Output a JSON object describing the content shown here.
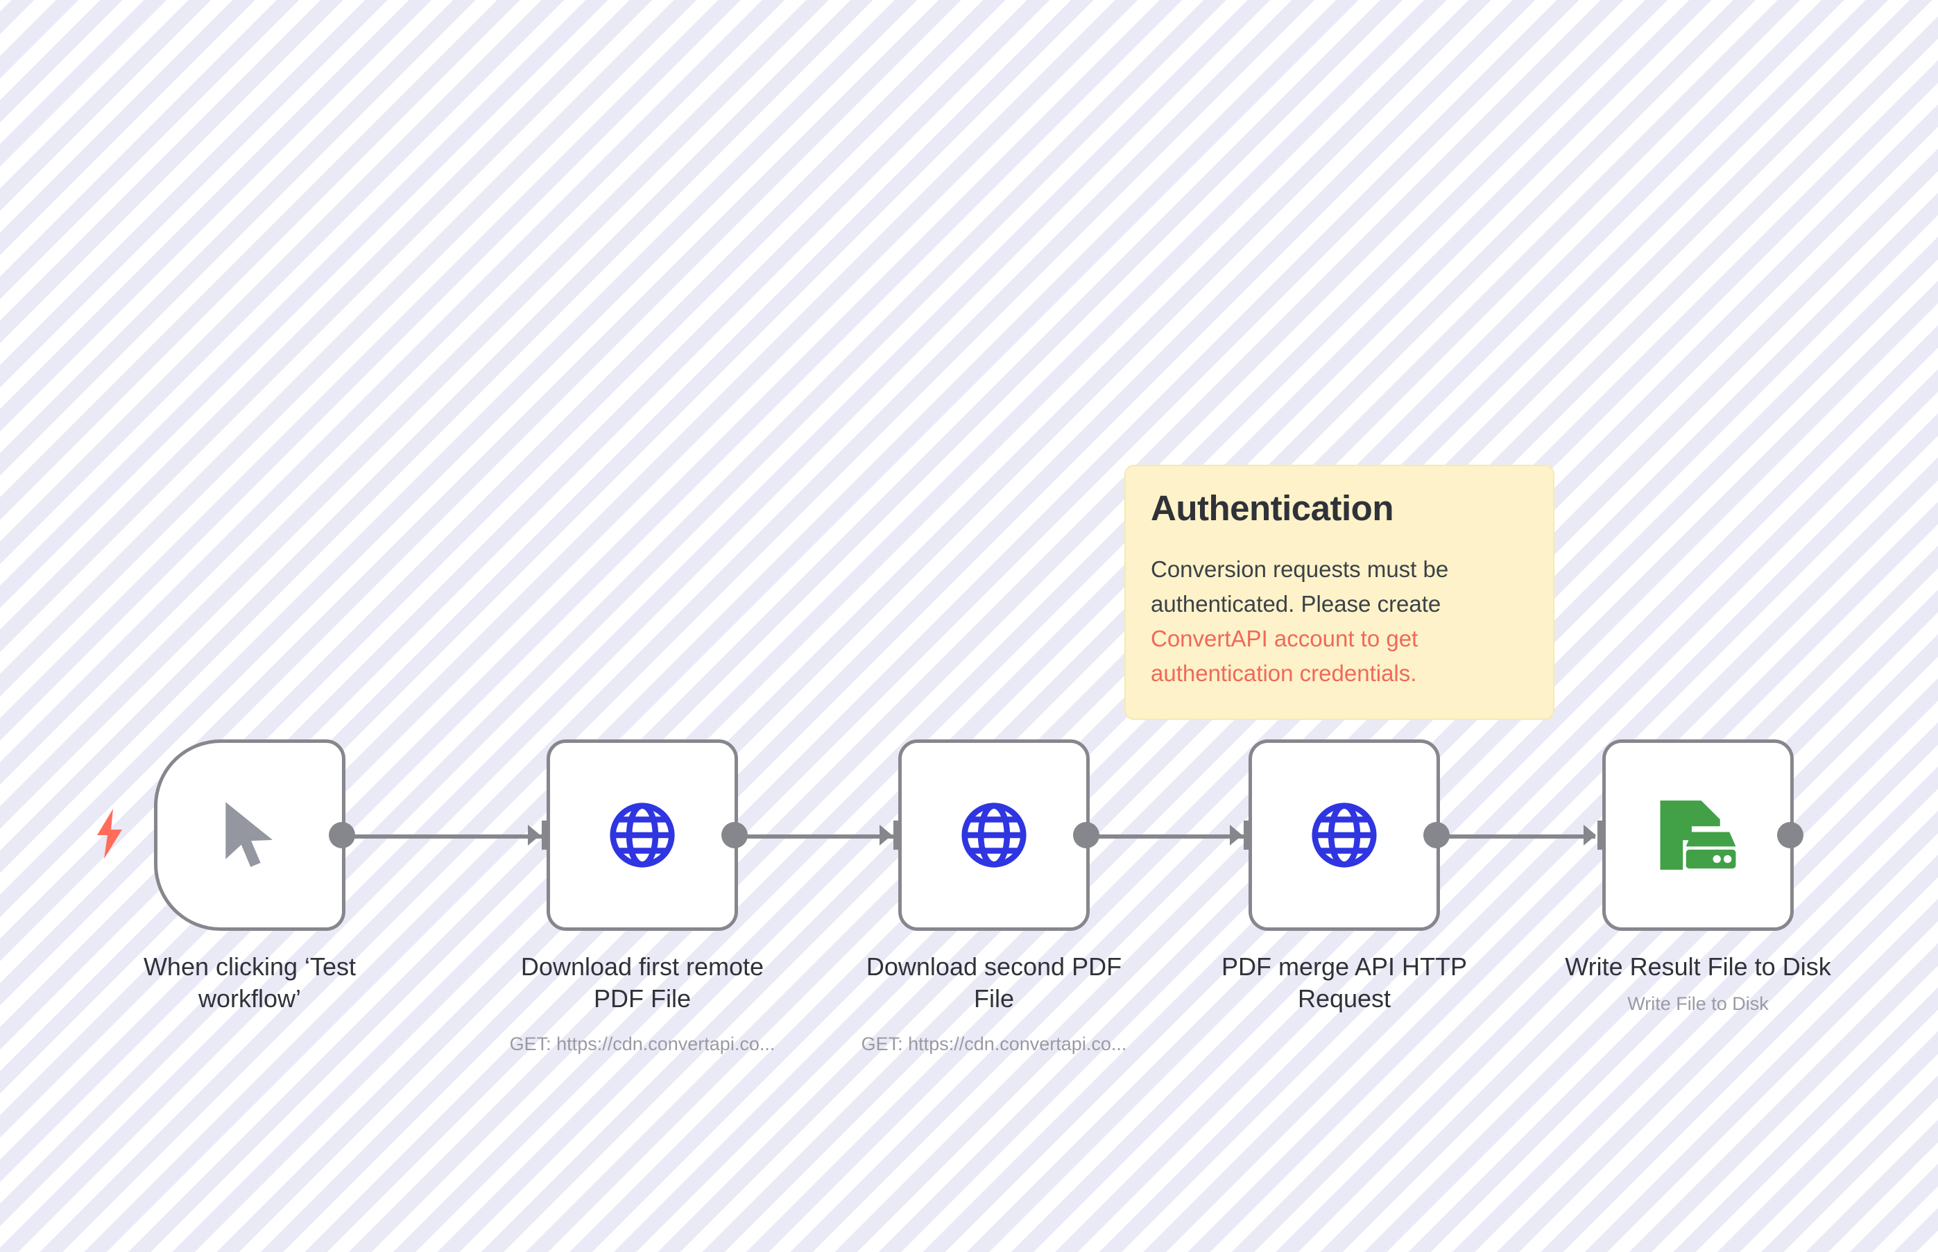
{
  "canvas": {
    "background_color": "#fbfbfe",
    "stripe_color": "#e9eaf6"
  },
  "sticky_note": {
    "title": "Authentication",
    "body_plain": "Conversion requests must be authenticated. Please create",
    "body_link": "ConvertAPI account to get",
    "body_clipped": "authentication credentials.",
    "background_color": "#fdf2c9",
    "link_color": "#f0695a"
  },
  "nodes": [
    {
      "id": "trigger",
      "label": "When clicking ‘Test workflow’",
      "subtitle": "",
      "icon": "cursor-icon",
      "icon_color": "#9496a0",
      "type": "trigger",
      "has_bolt": true,
      "bolt_color": "#ff6d5a"
    },
    {
      "id": "download-first",
      "label": "Download first remote PDF File",
      "subtitle": "GET: https://cdn.convertapi.co...",
      "icon": "globe-icon",
      "icon_color": "#2f35e0",
      "type": "http"
    },
    {
      "id": "download-second",
      "label": "Download second PDF File",
      "subtitle": "GET: https://cdn.convertapi.co...",
      "icon": "globe-icon",
      "icon_color": "#2f35e0",
      "type": "http"
    },
    {
      "id": "pdf-merge",
      "label": "PDF merge API HTTP Request",
      "subtitle": "",
      "icon": "globe-icon",
      "icon_color": "#2f35e0",
      "type": "http"
    },
    {
      "id": "write-file",
      "label": "Write Result File to Disk",
      "subtitle": "Write File to Disk",
      "icon": "file-to-disk-icon",
      "icon_color": "#42a047",
      "type": "action"
    }
  ],
  "connections": [
    {
      "from": "trigger",
      "to": "download-first"
    },
    {
      "from": "download-first",
      "to": "download-second"
    },
    {
      "from": "download-second",
      "to": "pdf-merge"
    },
    {
      "from": "pdf-merge",
      "to": "write-file"
    }
  ],
  "connector_color": "#86868d"
}
